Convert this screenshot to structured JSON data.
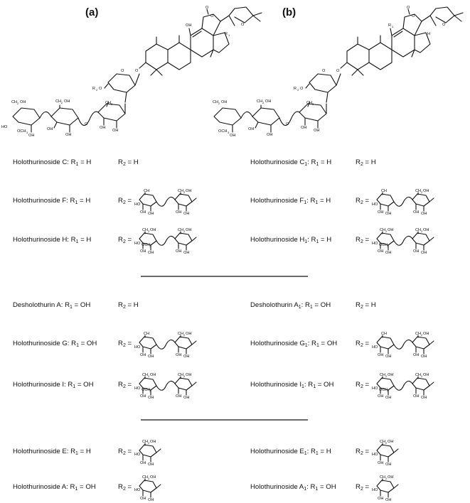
{
  "panels": [
    {
      "label": "(a)",
      "ring": "R",
      "r2": "R",
      "o": "O",
      "oh": "OH",
      "ch2oh": "CH",
      "ch3": "CH",
      "och3": "OCH",
      "ho": "HO",
      "sub1": "1",
      "sub2": "2",
      "sub3": "3"
    },
    {
      "label": "(b)",
      "ring": "R",
      "r2": "R",
      "o": "O",
      "oh": "OH",
      "ch2oh": "CH",
      "ch3": "CH",
      "och3": "OCH",
      "ho": "HO",
      "h": "H",
      "sub1": "1",
      "sub2": "2",
      "sub3": "3"
    }
  ],
  "compounds_top": [
    {
      "left": {
        "name": "Holothurinoside C",
        "namesub": "",
        "r1": "H",
        "r2": "H",
        "sugar": "none"
      },
      "right": {
        "name": "Holothurinoside C",
        "namesub": "1",
        "r1": "H",
        "r2": "H",
        "sugar": "none"
      }
    },
    {
      "left": {
        "name": "Holothurinoside F",
        "namesub": "",
        "r1": "H",
        "r2": "",
        "sugar": "rha-glc"
      },
      "right": {
        "name": "Holothurinoside F",
        "namesub": "1",
        "r1": "H",
        "r2": "",
        "sugar": "rha-glc"
      }
    },
    {
      "left": {
        "name": "Holothurinoside H",
        "namesub": "",
        "r1": "H",
        "r2": "",
        "sugar": "meglc-glc"
      },
      "right": {
        "name": "Holothurinoside H",
        "namesub": "1",
        "r1": "H",
        "r2": "",
        "sugar": "meglc-glc"
      }
    }
  ],
  "compounds_mid": [
    {
      "left": {
        "name": "Desholothurin A",
        "namesub": "",
        "r1": "OH",
        "r2": "H",
        "sugar": "none"
      },
      "right": {
        "name": "Desholothurin A",
        "namesub": "1",
        "r1": "OH",
        "r2": "H",
        "sugar": "none"
      }
    },
    {
      "left": {
        "name": "Holothurinoside G",
        "namesub": "",
        "r1": "OH",
        "r2": "",
        "sugar": "rha-glc"
      },
      "right": {
        "name": "Holothurinoside G",
        "namesub": "1",
        "r1": "OH",
        "r2": "",
        "sugar": "rha-glc"
      }
    },
    {
      "left": {
        "name": "Holothurinoside I",
        "namesub": "",
        "r1": "OH",
        "r2": "",
        "sugar": "meglc-glc"
      },
      "right": {
        "name": "Holothurinoside I",
        "namesub": "1",
        "r1": "OH",
        "r2": "",
        "sugar": "meglc-glc"
      }
    }
  ],
  "compounds_bot": [
    {
      "left": {
        "name": "Holothurinoside E",
        "namesub": "",
        "r1": "H",
        "r2": "",
        "sugar": "glc"
      },
      "right": {
        "name": "Holothurinoside E",
        "namesub": "1",
        "r1": "H",
        "r2": "",
        "sugar": "glc"
      }
    },
    {
      "left": {
        "name": "Holothurinoside A",
        "namesub": "",
        "r1": "OH",
        "r2": "",
        "sugar": "glc"
      },
      "right": {
        "name": "Holothurinoside A",
        "namesub": "1",
        "r1": "OH",
        "r2": "",
        "sugar": "glc"
      }
    }
  ],
  "text": {
    "r1_prefix": "R",
    "r1_sub": "1",
    "r2_prefix": "R",
    "r2_sub": "2",
    "eq": " = ",
    "colon": ": ",
    "frag_ch3": "CH",
    "frag_ch2oh": "CH",
    "frag_och3": "OCH",
    "frag_oh": "OH",
    "frag_ho": "HO",
    "sub2": "2",
    "sub3": "3"
  }
}
